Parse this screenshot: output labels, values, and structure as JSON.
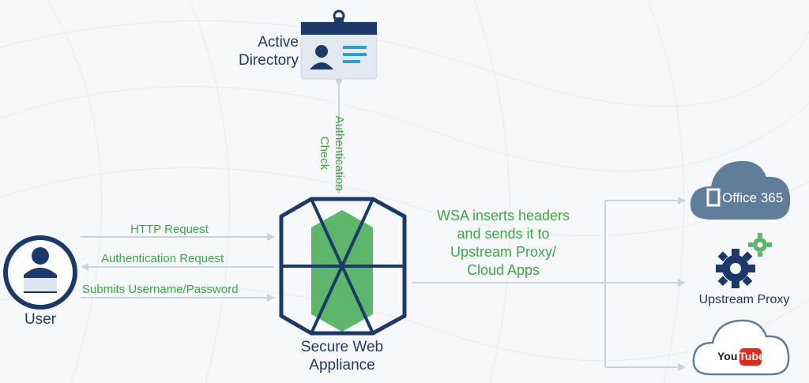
{
  "nodes": {
    "active_directory": {
      "label_line1": "Active",
      "label_line2": "Directory"
    },
    "user": {
      "label": "User"
    },
    "wsa": {
      "label_line1": "Secure Web",
      "label_line2": "Appliance"
    },
    "office365": {
      "label": "Office 365"
    },
    "upstream_proxy": {
      "label": "Upstream Proxy"
    },
    "youtube": {
      "label": "YouTube",
      "label_you": "You",
      "label_tube": "Tube"
    }
  },
  "edges": {
    "auth_check": {
      "line1": "Authentication",
      "line2": "Check"
    },
    "http_request": {
      "label": "HTTP Request"
    },
    "auth_request": {
      "label": "Authentication Request"
    },
    "submits_credentials": {
      "label": "Submits Username/Password"
    }
  },
  "note": {
    "line1": "WSA inserts headers",
    "line2": "and sends it to",
    "line3": "Upstream Proxy/",
    "line4": "Cloud Apps"
  },
  "colors": {
    "navy": "#1b3a6b",
    "green": "#3aa844",
    "hex_fill": "#5cb76a",
    "arrow": "#c8d2e0",
    "cloud": "#607d9a",
    "card": "#e3e8ef",
    "badge_blue": "#2aa0d8"
  }
}
